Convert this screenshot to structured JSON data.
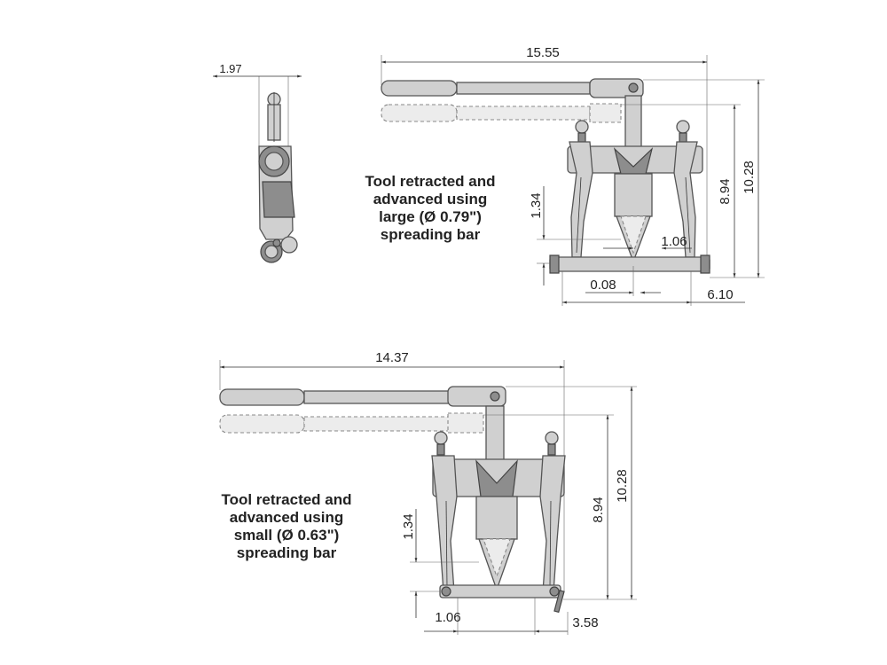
{
  "side_view": {
    "width_dim": "1.97"
  },
  "top_view": {
    "caption": [
      "Tool retracted and",
      "advanced using",
      "large (Ø 0.79\")",
      "spreading bar"
    ],
    "dims": {
      "overall_length": "15.55",
      "jaw_gap": "1.34",
      "tip_offset": "1.06",
      "center_offset": "0.08",
      "bar_extension": "6.10",
      "height_inner": "8.94",
      "height_outer": "10.28"
    }
  },
  "bottom_view": {
    "caption": [
      "Tool retracted and",
      "advanced using",
      "small (Ø 0.63\")",
      "spreading bar"
    ],
    "dims": {
      "overall_length": "14.37",
      "jaw_gap": "1.34",
      "tip_offset": "1.06",
      "bar_extension": "3.58",
      "height_inner": "8.94",
      "height_outer": "10.28"
    }
  },
  "colors": {
    "part": "#d0d0d0",
    "dark": "#8d8d8d",
    "line": "#333333"
  }
}
